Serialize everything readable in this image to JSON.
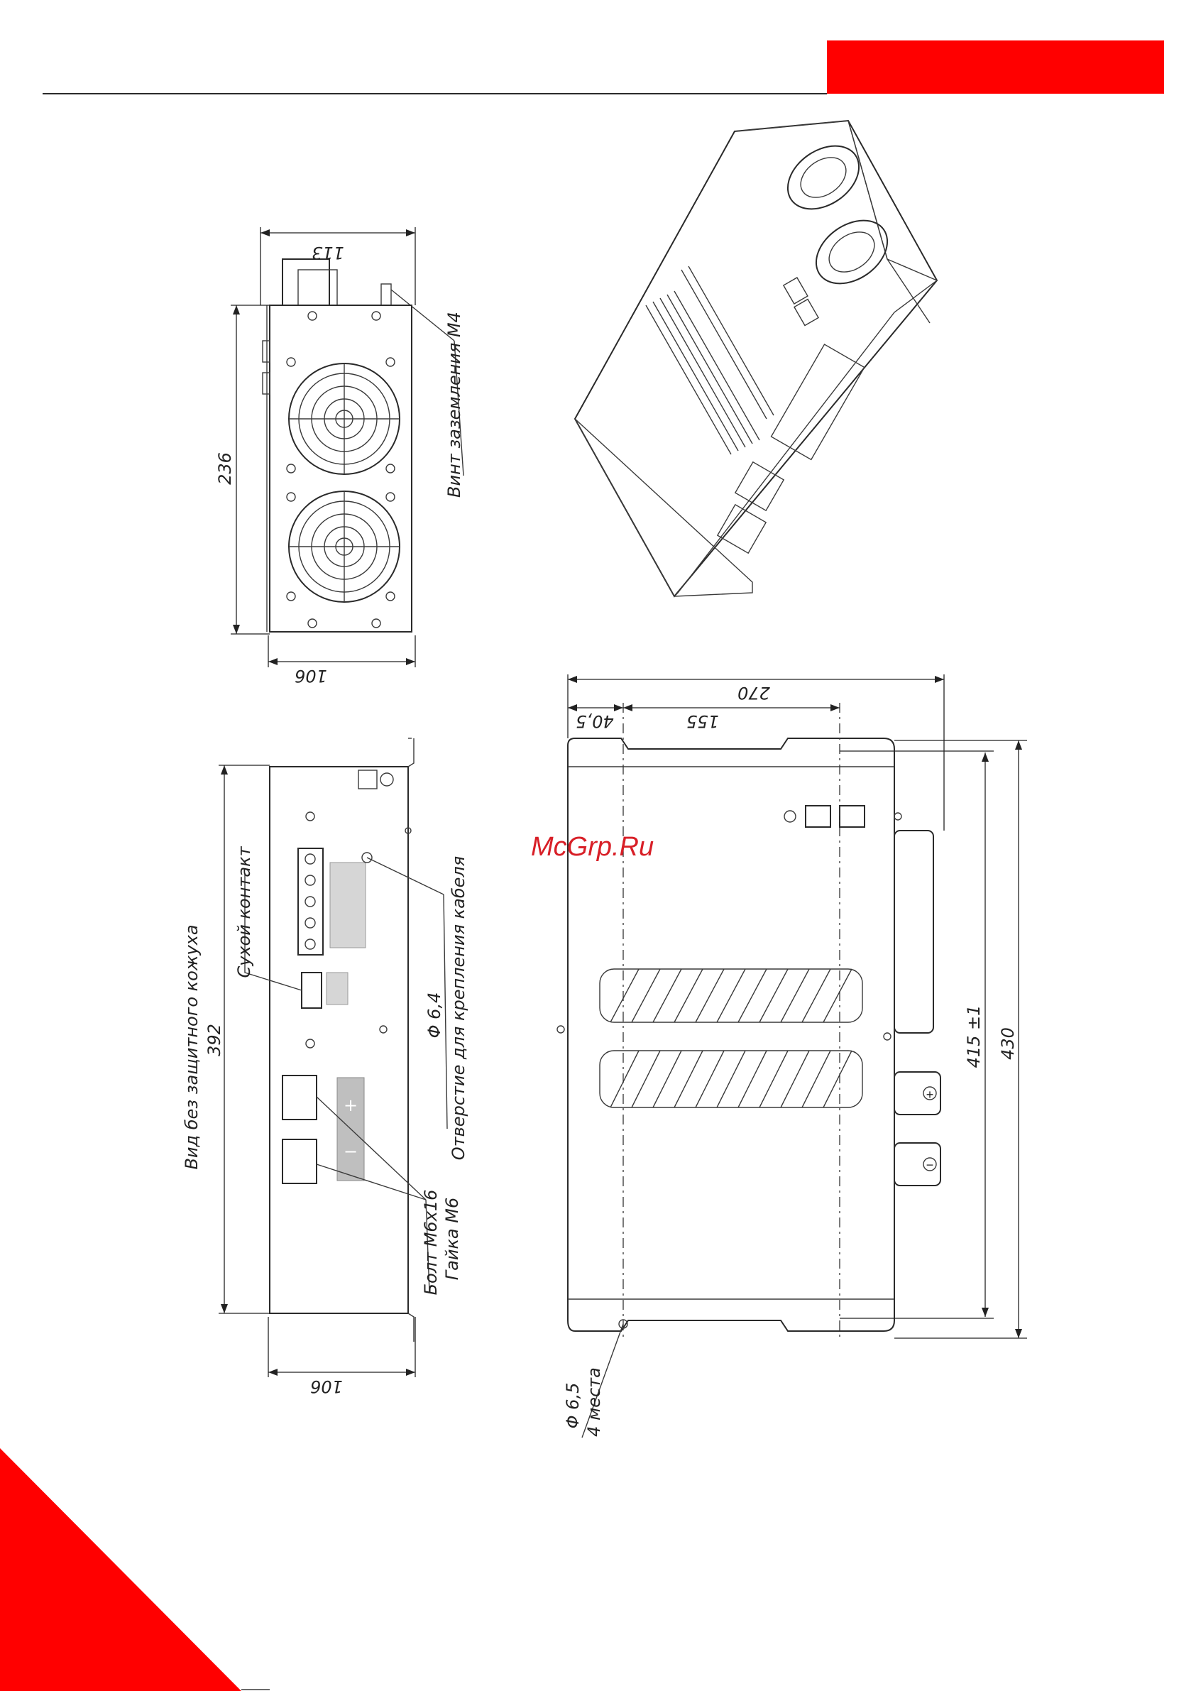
{
  "colors": {
    "accent": "#ff0000",
    "line": "#2a2a2a",
    "watermark": "#d81f27"
  },
  "watermark": "McGrp.Ru",
  "side_view": {
    "dim_width_top": "113",
    "dim_height": "236",
    "dim_width_bottom": "106",
    "callout_ground_screw": "Винт заземления М4"
  },
  "rear_view": {
    "dim_height": "392",
    "caption": "Вид без защитного кожуха",
    "callout_dry_contact": "Сухой контакт",
    "callout_hole_diameter": "Φ 6,4",
    "callout_hole_purpose": "Отверстие для крепления кабеля",
    "callout_bolt": "Болт М6х16",
    "callout_nut": "Гайка М6",
    "dim_width_bottom": "106"
  },
  "top_view": {
    "dim_width": "270",
    "dim_offset": "40,5",
    "dim_hole_spacing": "155",
    "dim_hole_pitch": "415 ±1",
    "dim_length": "430",
    "callout_hole_diameter": "Φ 6,5",
    "callout_hole_count": "4 места"
  }
}
